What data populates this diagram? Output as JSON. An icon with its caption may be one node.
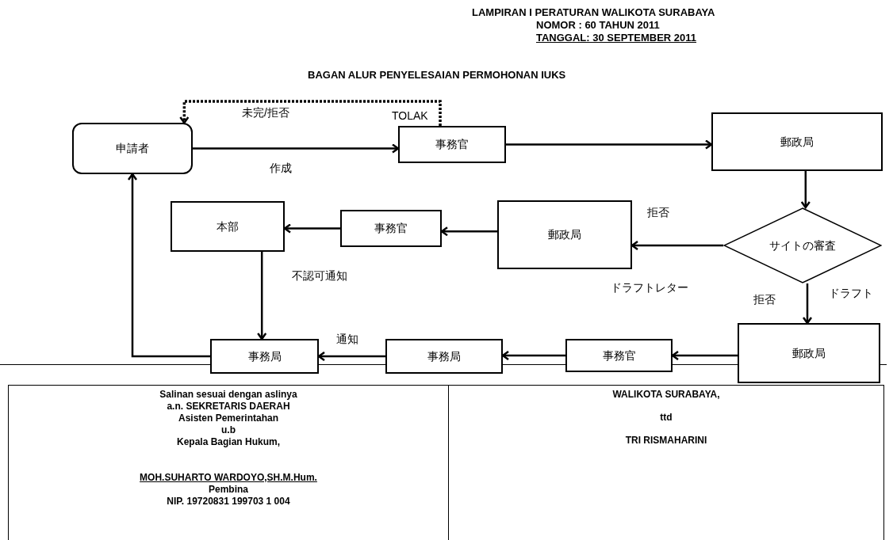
{
  "diagram": {
    "title": "BAGAN ALUR PENYELESAIAN PERMOHONAN IUKS",
    "nodes": [
      {
        "text": [
          "申請者"
        ]
      },
      {
        "text": [
          "事務官"
        ]
      },
      {
        "text": [
          "郵政局"
        ]
      },
      {
        "text": [
          "サイトの審査"
        ]
      },
      {
        "text": [
          "郵政局"
        ]
      },
      {
        "text": [
          "事務官"
        ]
      },
      {
        "text": [
          "本部"
        ]
      },
      {
        "text": [
          "郵政局"
        ]
      },
      {
        "text": [
          "事務官"
        ]
      },
      {
        "text": [
          "事務局"
        ]
      },
      {
        "text": [
          "事務局"
        ]
      }
    ],
    "edges": [
      {
        "from": 0,
        "to": 1,
        "arrow": "to",
        "label": "作成"
      },
      {
        "from": 1,
        "to": 0,
        "arrow": "to",
        "style": "dashed",
        "label": "TOLAK"
      },
      {
        "from": 1,
        "to": 2,
        "arrow": "to"
      },
      {
        "from": 2,
        "to": 3,
        "arrow": "to"
      },
      {
        "from": 3,
        "to": 4,
        "arrow": "to",
        "label": "拒否"
      },
      {
        "from": 4,
        "to": 5,
        "arrow": "to"
      },
      {
        "from": 5,
        "to": 6,
        "arrow": "to"
      },
      {
        "from": 6,
        "to": 10,
        "arrow": "to"
      },
      {
        "from": 3,
        "to": 7,
        "arrow": "to"
      },
      {
        "from": 7,
        "to": 8,
        "arrow": "to"
      },
      {
        "from": 8,
        "to": 9,
        "arrow": "to"
      },
      {
        "from": 9,
        "to": 10,
        "arrow": "to",
        "label": "通知"
      },
      {
        "from": 10,
        "to": 0,
        "arrow": "to"
      }
    ],
    "labels": [
      "LAMPIRAN I PERATURAN WALIKOTA SURABAYA",
      "NOMOR : 60 TAHUN 2011",
      "TANGGAL: 30 SEPTEMBER 2011",
      "未完/拒否",
      "ドラフトレター",
      "不認可通知",
      "拒否",
      "ドラフト",
      "Salinan sesuai dengan aslinya",
      "a.n. SEKRETARIS DAERAH",
      "Asisten Pemerintahan",
      "u.b",
      "Kepala Bagian Hukum,",
      "MOH.SUHARTO WARDOYO,SH.M.Hum.",
      "Pembina",
      "NIP. 19720831 199703 1 004",
      "WALIKOTA SURABAYA,",
      "ttd",
      "TRI RISMAHARINI"
    ]
  }
}
